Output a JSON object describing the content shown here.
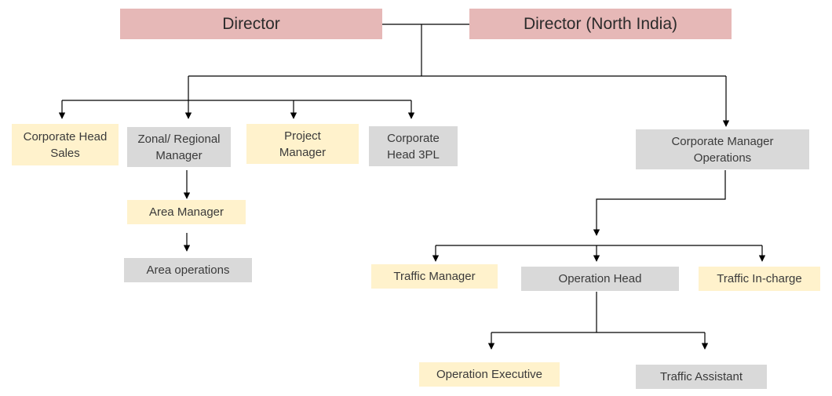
{
  "nodes": {
    "director": "Director",
    "director_north": "Director (North India)",
    "corp_head_sales": "Corporate Head\nSales",
    "zonal_regional": "Zonal/ Regional\nManager",
    "project_manager": "Project\nManager",
    "corp_head_3pl": "Corporate\nHead 3PL",
    "corp_mgr_ops": "Corporate  Manager\nOperations",
    "area_manager": "Area Manager",
    "area_operations": "Area operations",
    "traffic_manager": "Traffic Manager",
    "operation_head": "Operation Head",
    "traffic_incharge": "Traffic In-charge",
    "operation_executive": "Operation Executive",
    "traffic_assistant": "Traffic Assistant"
  },
  "colors": {
    "director_fill": "#e6b8b7",
    "level_fill_cream": "#fff2cc",
    "level_fill_grey": "#d9d9d9",
    "connector": "#000000"
  }
}
